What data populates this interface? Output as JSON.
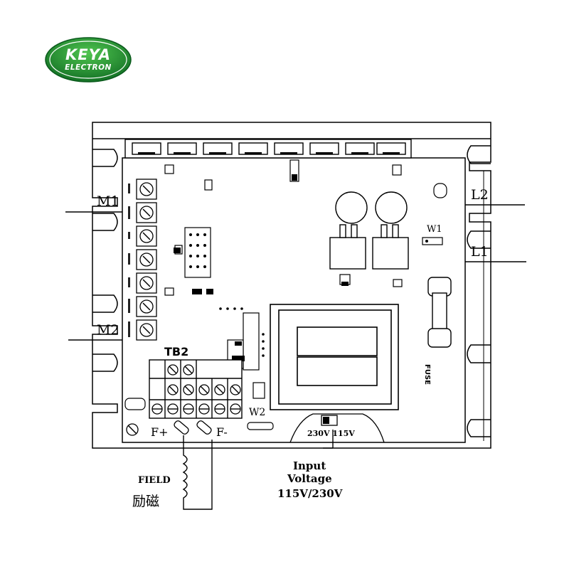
{
  "logo": {
    "brand": "KEYA",
    "sub": "ELECTRON",
    "color_dark": "#0f6b22",
    "color_light": "#4fc44f"
  },
  "terminals": {
    "m1": "M1",
    "m2": "M2",
    "l1": "L1",
    "l2": "L2",
    "f_plus": "F+",
    "f_minus": "F-"
  },
  "board": {
    "tb2": "TB2",
    "w1": "W1",
    "w2": "W2",
    "fuse": "FUSE",
    "voltage_switch": "230V 115V"
  },
  "annotations": {
    "field_en": "FIELD",
    "field_cn": "励磁",
    "input_voltage_1": "Input",
    "input_voltage_2": "Voltage",
    "input_voltage_3": "115V/230V"
  },
  "colors": {
    "line": "#000000",
    "board_fill": "#ffffff",
    "dark": "#111111"
  }
}
